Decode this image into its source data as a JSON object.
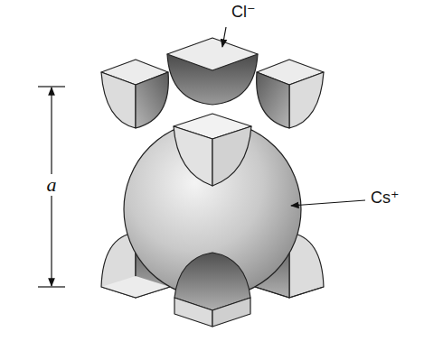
{
  "diagram": {
    "labels": [
      "Cl⁻",
      "Cs⁺",
      "a"
    ]
  }
}
